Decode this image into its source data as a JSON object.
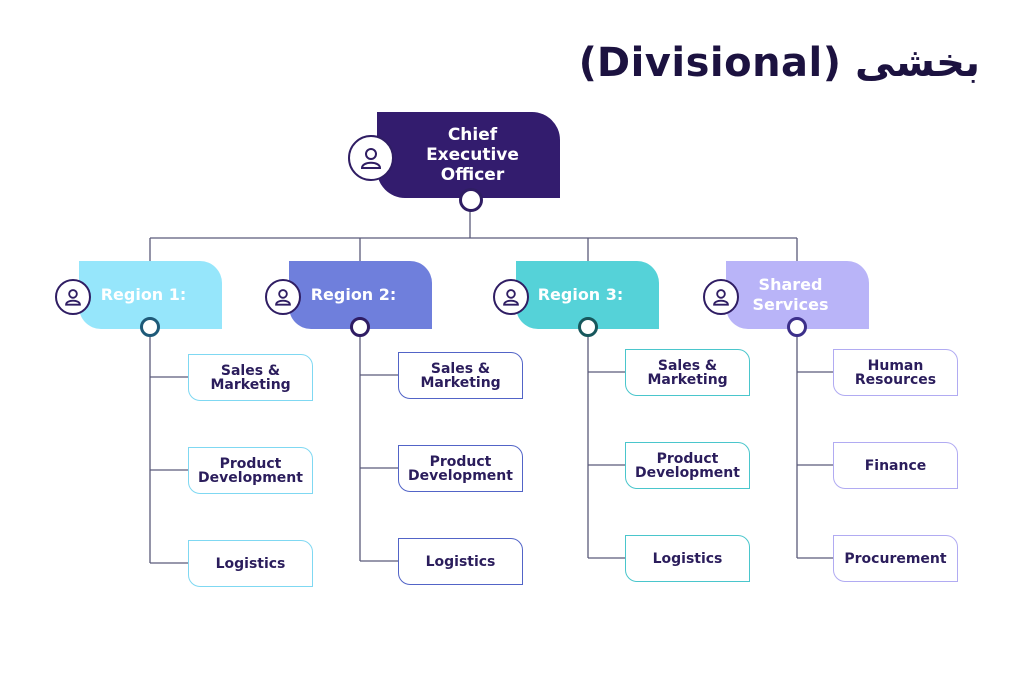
{
  "title": "بخشی (Divisional)",
  "ceo": {
    "label": "Chief Executive Officer",
    "avatar_icon": "user-icon"
  },
  "columns": [
    {
      "head": "Region 1:",
      "color": "#96e6fb",
      "border": "#7fd8f2",
      "children": [
        "Sales & Marketing",
        "Product Development",
        "Logistics"
      ]
    },
    {
      "head": "Region 2:",
      "color": "#6f7fdc",
      "border": "#5264c7",
      "children": [
        "Sales & Marketing",
        "Product Development",
        "Logistics"
      ]
    },
    {
      "head": "Region 3:",
      "color": "#55d2d8",
      "border": "#4ac6cc",
      "children": [
        "Sales & Marketing",
        "Product Development",
        "Logistics"
      ]
    },
    {
      "head": "Shared Services",
      "color": "#b9b4f8",
      "border": "#b1abf2",
      "children": [
        "Human Resources",
        "Finance",
        "Procurement"
      ]
    }
  ],
  "colors": {
    "line": "#5a5a7a",
    "dark": "#331c6e"
  }
}
